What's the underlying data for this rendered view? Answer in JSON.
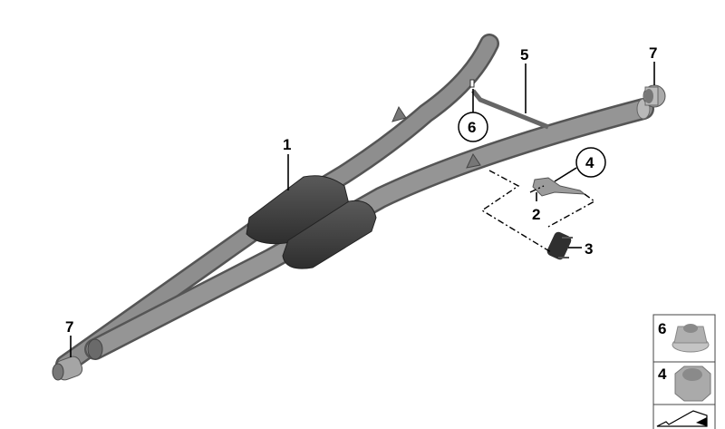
{
  "diagram": {
    "callouts": [
      {
        "id": "1",
        "part": "center-muffler"
      },
      {
        "id": "2",
        "part": "bracket"
      },
      {
        "id": "3",
        "part": "rubber-mount"
      },
      {
        "id": "4",
        "part": "hex-nut",
        "circled": true
      },
      {
        "id": "5",
        "part": "cross-brace"
      },
      {
        "id": "6",
        "part": "flange-nut",
        "circled": true
      },
      {
        "id": "7",
        "part": "clamp-rear"
      },
      {
        "id": "7",
        "part": "clamp-front"
      }
    ],
    "legend": [
      {
        "id": "6",
        "icon": "flange-nut-icon"
      },
      {
        "id": "4",
        "icon": "hex-nut-icon"
      },
      {
        "id": "",
        "icon": "bracket-shape-icon"
      }
    ]
  }
}
